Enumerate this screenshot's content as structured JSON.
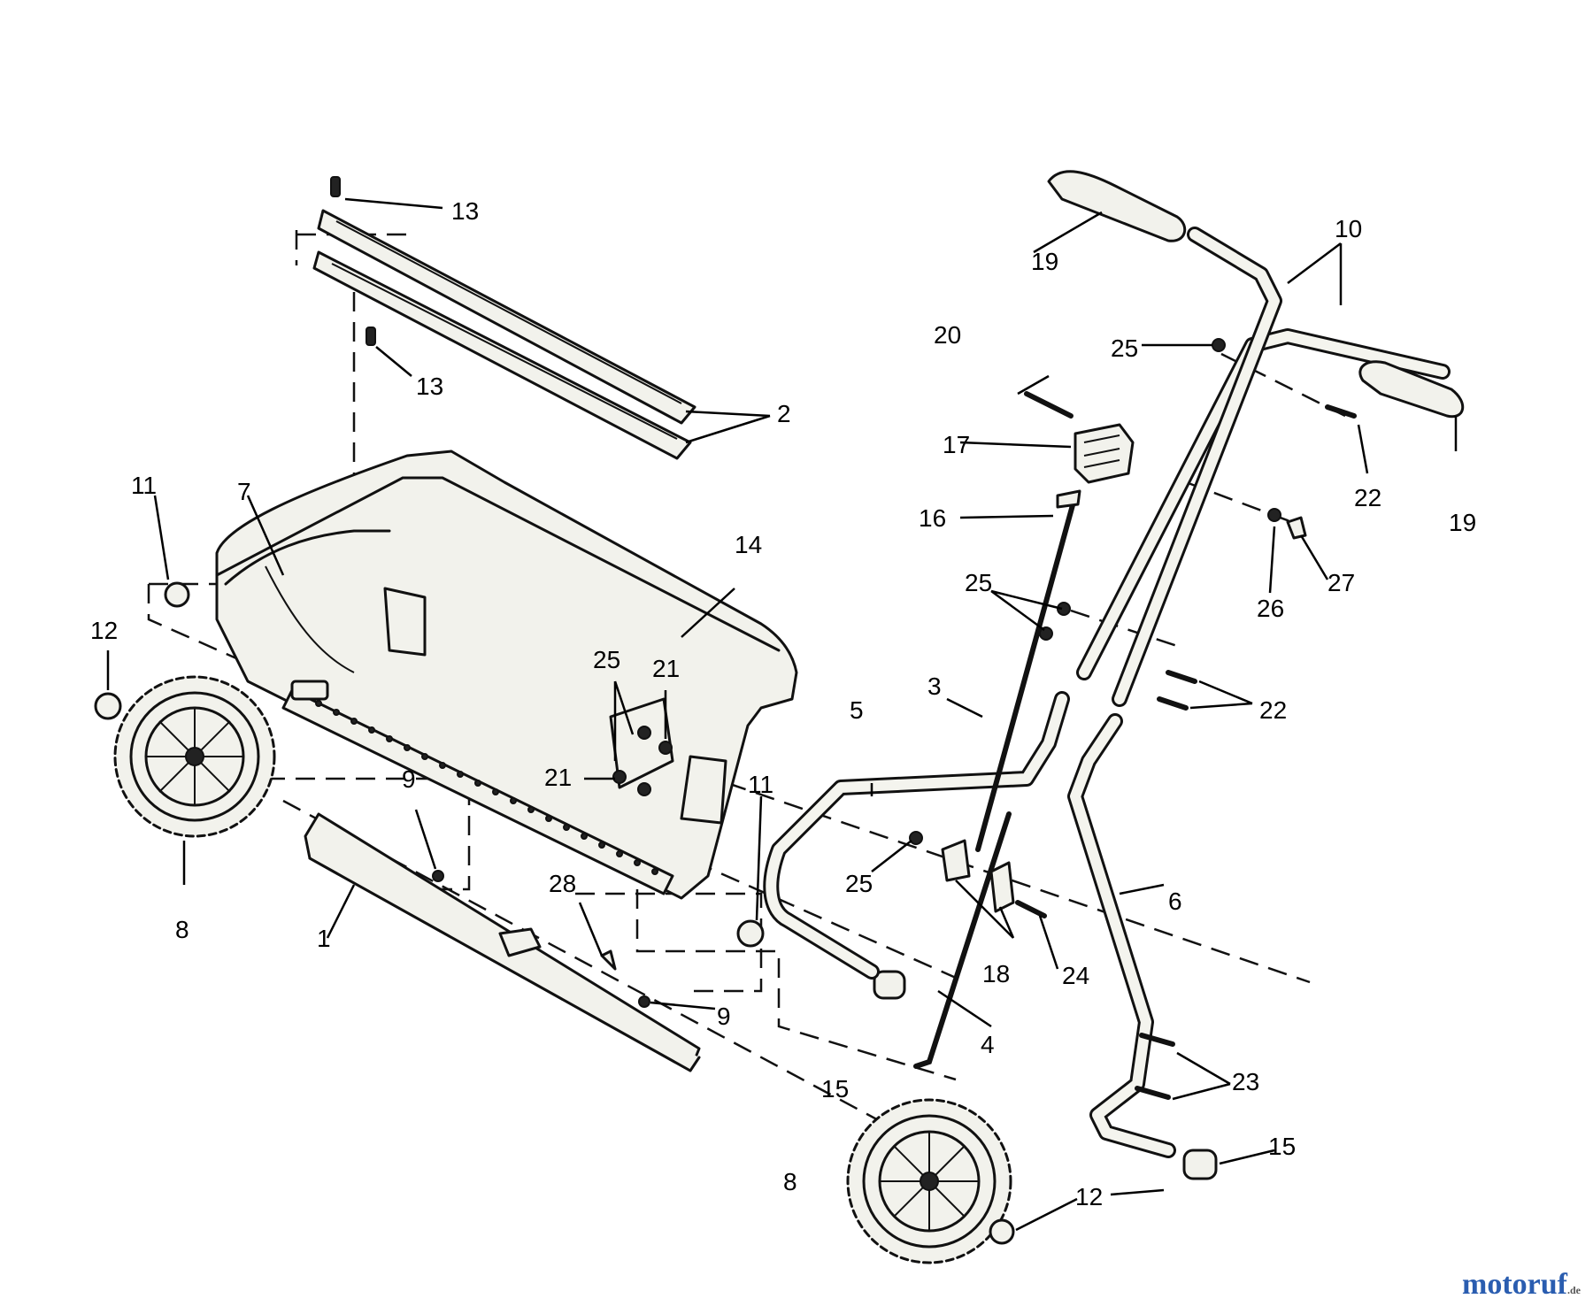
{
  "labels": {
    "l1": "1",
    "l2": "2",
    "l3": "3",
    "l4": "4",
    "l5": "5",
    "l6": "6",
    "l7": "7",
    "l8a": "8",
    "l8b": "8",
    "l9a": "9",
    "l9b": "9",
    "l10": "10",
    "l11a": "11",
    "l11b": "11",
    "l12a": "12",
    "l12b": "12",
    "l13a": "13",
    "l13b": "13",
    "l14": "14",
    "l15a": "15",
    "l15b": "15",
    "l16": "16",
    "l17": "17",
    "l18": "18",
    "l19a": "19",
    "l19b": "19",
    "l20": "20",
    "l21a": "21",
    "l21b": "21",
    "l22a": "22",
    "l22b": "22",
    "l23": "23",
    "l24": "24",
    "l25a": "25",
    "l25b": "25",
    "l25c": "25",
    "l25d": "25",
    "l26": "26",
    "l27": "27",
    "l28": "28"
  },
  "watermark": "motoruf",
  "watermark_suffix": ".de",
  "colors": {
    "line": "#111111",
    "fill": "#f2f2ec",
    "background": "#ffffff"
  }
}
